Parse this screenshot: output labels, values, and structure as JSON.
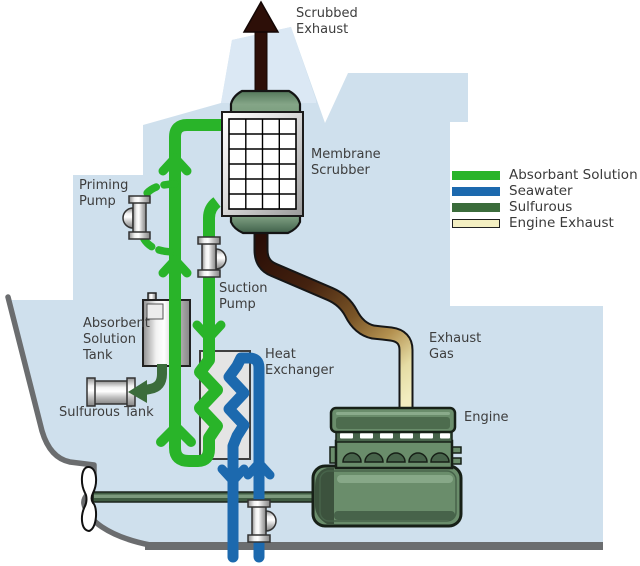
{
  "labels": {
    "scrubbed_exhaust": "Scrubbed\nExhaust",
    "membrane_scrubber": "Membrane\nScrubber",
    "priming_pump": "Priming\nPump",
    "suction_pump": "Suction\nPump",
    "absorbent_solution_tank": "Absorbent\nSolution\nTank",
    "sulfurous_tank": "Sulfurous Tank",
    "heat_exchanger": "Heat\nExchanger",
    "exhaust_gas": "Exhaust\nGas",
    "engine": "Engine"
  },
  "legend": {
    "items": [
      {
        "label": "Absorbant Solution",
        "color": "#29b429"
      },
      {
        "label": "Seawater",
        "color": "#1c69ae"
      },
      {
        "label": "Sulfurous",
        "color": "#3b6c3b"
      },
      {
        "label": "Engine Exhaust",
        "color": "#f4efc2"
      }
    ]
  },
  "colors": {
    "hull": "#cfe0ed",
    "funnel": "#dbe8f4",
    "hull_outline": "#6b6d6f",
    "absorbant_solution": "#29b429",
    "seawater": "#1c69ae",
    "sulfurous": "#3b6c3b",
    "engine_exhaust": "#f4efc2",
    "scrubbed_exhaust": "#2d0f08",
    "engine_body": "#6a8d6b"
  }
}
